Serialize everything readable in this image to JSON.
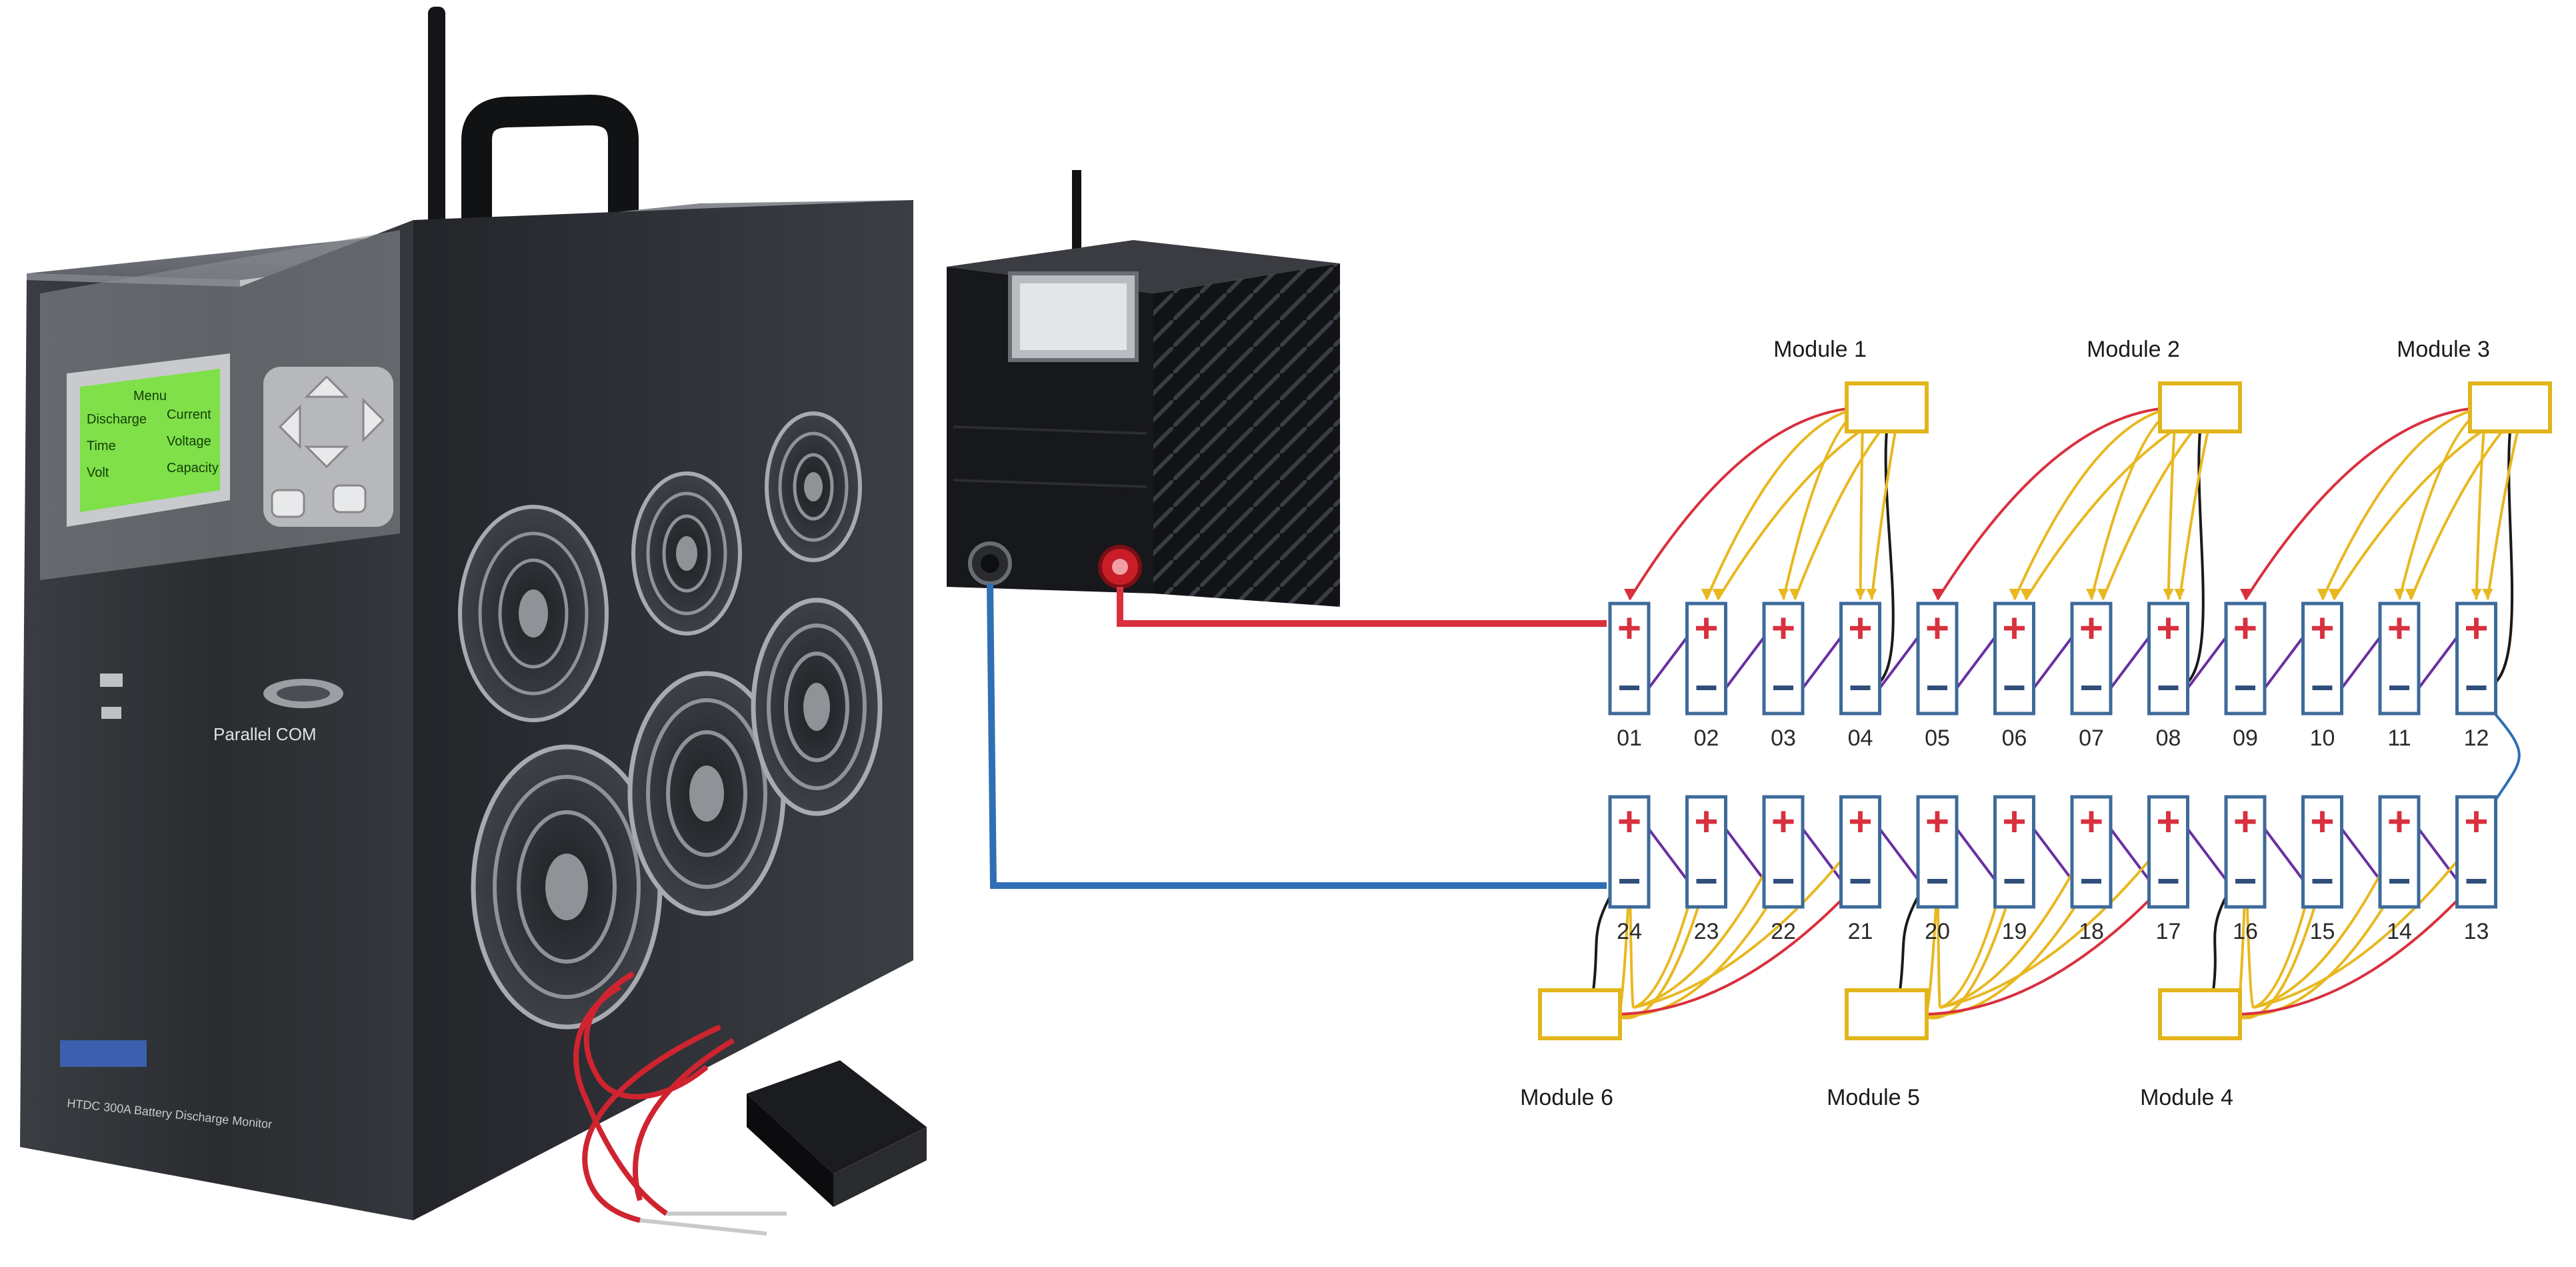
{
  "modules": [
    {
      "id": 1,
      "label": "Module 1"
    },
    {
      "id": 2,
      "label": "Module 2"
    },
    {
      "id": 3,
      "label": "Module 3"
    },
    {
      "id": 4,
      "label": "Module 4"
    },
    {
      "id": 5,
      "label": "Module 5"
    },
    {
      "id": 6,
      "label": "Module 6"
    }
  ],
  "top_cells": [
    "01",
    "02",
    "03",
    "04",
    "05",
    "06",
    "07",
    "08",
    "09",
    "10",
    "11",
    "12"
  ],
  "bottom_cells": [
    "24",
    "23",
    "22",
    "21",
    "20",
    "19",
    "18",
    "17",
    "16",
    "15",
    "14",
    "13"
  ],
  "panel_left": {
    "screen_rows": [
      [
        "Discharge",
        "Current"
      ],
      [
        "Time",
        "Voltage"
      ],
      [
        "Volt",
        "Capacity"
      ]
    ],
    "parallel_label": "Parallel COM",
    "footer": "HTDC 300A Battery Discharge Monitor"
  },
  "wire_colors": {
    "positive": "#d9303e",
    "negative": "#2f6fb5",
    "sense": "#e8b820",
    "link": "#1a1a1a",
    "series": "#6a2fa0"
  }
}
